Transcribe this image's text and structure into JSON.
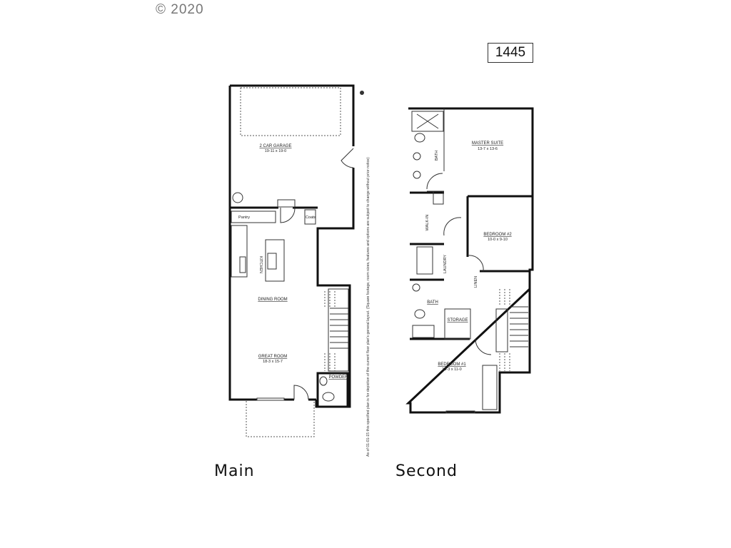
{
  "copyright": "© 2020",
  "plan_number": "1445",
  "disclaimer": "As of 01-01-15 this specified plan is for depiction of the current floor plan's general layout. (Square footage, room sizes, features and options are subject to change without prior notice)",
  "main": {
    "label": "Main",
    "rooms": {
      "garage": {
        "name": "2 CAR GARAGE",
        "size": "19-11 x 19-0"
      },
      "pantry": {
        "name": "Pantry"
      },
      "coats": {
        "name": "Coats"
      },
      "kitchen": {
        "name": "KITCHEN"
      },
      "dining": {
        "name": "DINING ROOM"
      },
      "great": {
        "name": "GREAT ROOM",
        "size": "18-3 x 15-7"
      },
      "powder": {
        "name": "POWDER"
      }
    }
  },
  "second": {
    "label": "Second",
    "rooms": {
      "master": {
        "name": "MASTER SUITE",
        "size": "13-7 x 13-6"
      },
      "bath1": {
        "name": "BATH"
      },
      "walkin": {
        "name": "WALK-IN"
      },
      "bed2": {
        "name": "BEDROOM #2",
        "size": "10-0 x 9-10"
      },
      "laundry": {
        "name": "LAUNDRY"
      },
      "linen": {
        "name": "LINEN"
      },
      "bath2": {
        "name": "BATH"
      },
      "storage": {
        "name": "STORAGE"
      },
      "bed1": {
        "name": "BEDROOM #1",
        "size": "13-3 x 11-0"
      }
    }
  }
}
